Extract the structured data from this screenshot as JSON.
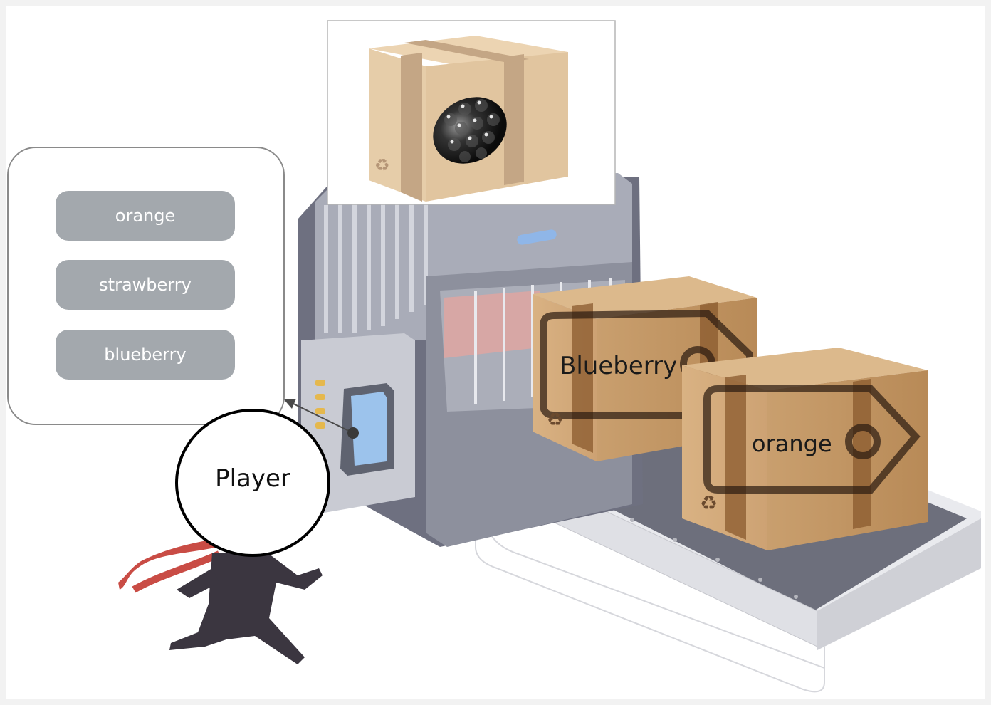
{
  "options_panel": {
    "options": [
      "orange",
      "strawberry",
      "blueberry"
    ]
  },
  "boxes": [
    {
      "tag_label": "Blueberry"
    },
    {
      "tag_label": "orange"
    }
  ],
  "player": {
    "label": "Player"
  },
  "icons": [
    "blackberry-icon",
    "recycle-icon",
    "tag-icon",
    "running-person-icon",
    "arrow-icon"
  ],
  "colors": {
    "cardboard": "#c9a277",
    "tape": "#8a5a2e",
    "machine": "#8a8c96",
    "button_gray": "#a3a8ad",
    "scarf_red": "#c94c45",
    "person": "#3b3640"
  }
}
